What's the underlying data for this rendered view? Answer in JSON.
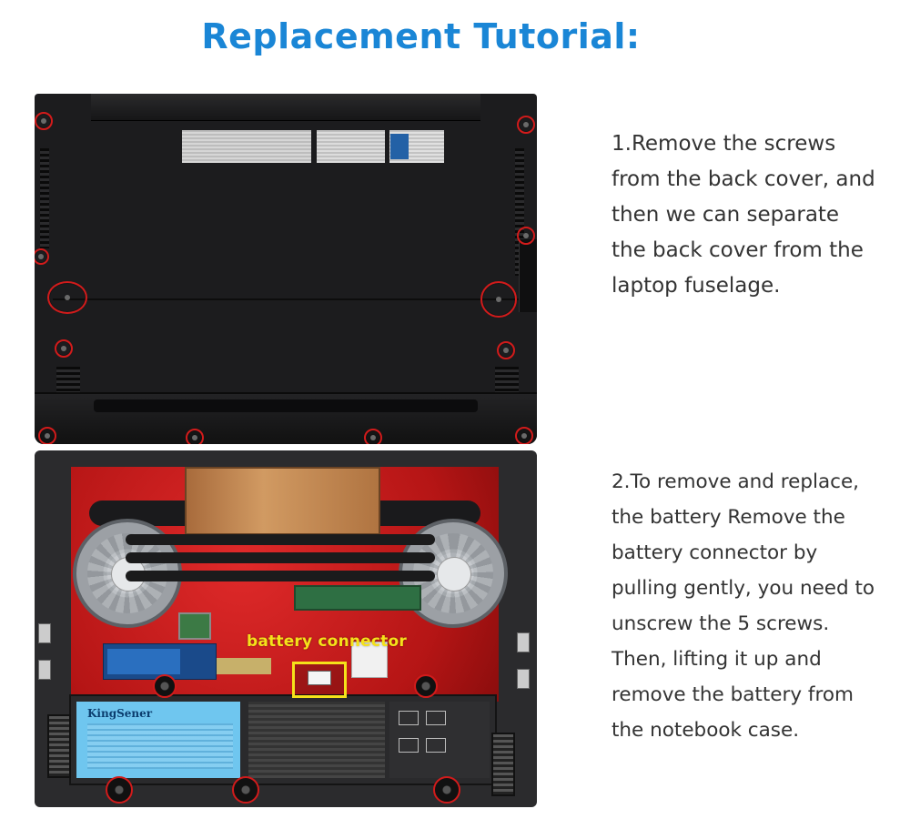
{
  "title": "Replacement Tutorial:",
  "step1": {
    "text": "1.Remove the screws from the back cover, and then we can separate the back cover from the laptop fuselage."
  },
  "step2": {
    "text": "2.To remove and replace, the battery Remove the battery connector by pulling gently, you need to unscrew the 5 screws. Then, lifting it up and remove the battery from the notebook case."
  },
  "photo_inside": {
    "connector_label": "battery connector",
    "battery_brand": "KingSener"
  },
  "colors": {
    "title": "#1a86d6",
    "screw_marker": "#d21b1b",
    "connector_highlight": "#f5e21a",
    "body_text": "#333333"
  }
}
